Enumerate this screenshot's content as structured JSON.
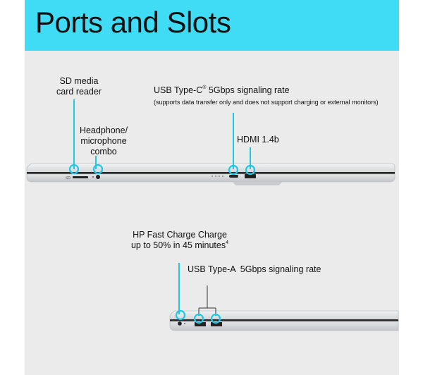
{
  "title": "Ports and Slots",
  "colors": {
    "banner": "#40dcf5",
    "panel": "#ebebeb",
    "callout": "#1ec8e6",
    "laptop": "#d4d6d8"
  },
  "top_view": {
    "sd_reader": {
      "line1": "SD media",
      "line2": "card reader",
      "icon_text": "SD"
    },
    "headphone": {
      "line1": "Headphone/",
      "line2": "microphone",
      "line3": "combo"
    },
    "usb_c": {
      "main": "USB Type-C",
      "sup": "®",
      "rest": " 5Gbps signaling rate",
      "note": "(supports data transfer only and does not support charging or external monitors)"
    },
    "hdmi": {
      "label": "HDMI 1.4b"
    }
  },
  "bottom_view": {
    "fast_charge": {
      "line1": "HP Fast Charge Charge",
      "line2": "up to 50% in 45 minutes",
      "sup": "4"
    },
    "usb_a": {
      "label": "USB Type-A  5Gbps signaling rate"
    }
  }
}
